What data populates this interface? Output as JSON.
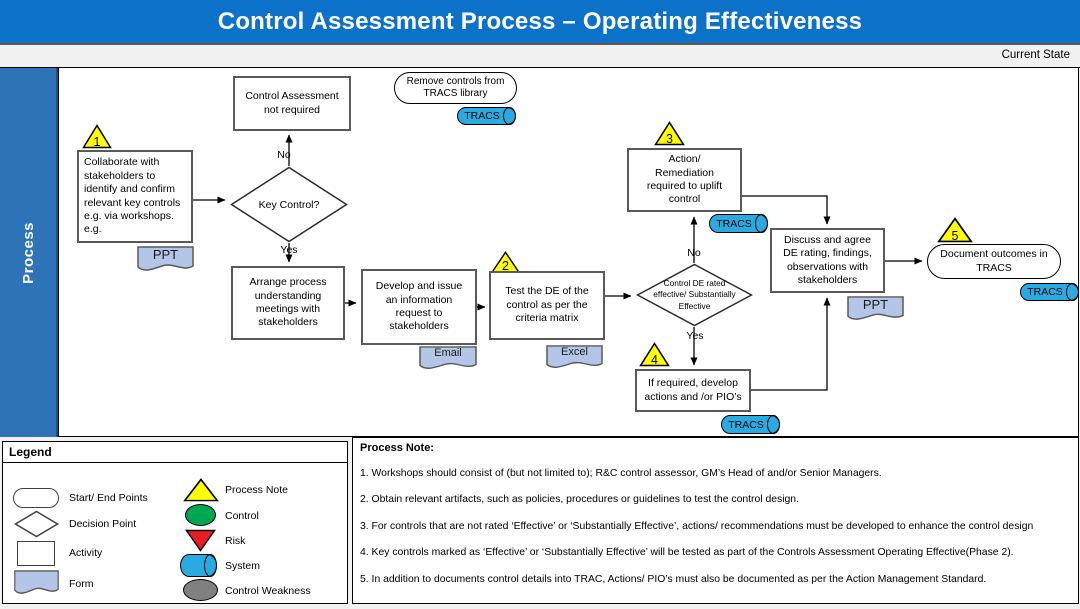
{
  "header": {
    "title": "Control Assessment Process – Operating Effectiveness",
    "state_label": "Current State"
  },
  "lane": {
    "label": "Process"
  },
  "colors": {
    "title_bar_blue": "#0c71c9",
    "lane_blue": "#2e73b8",
    "system_blue": "#29abe2",
    "form_fill": "#b4c6e7",
    "note_yellow": "#ffff00",
    "control_green": "#00a651",
    "risk_red": "#ed1c24",
    "weakness_gray": "#808080"
  },
  "flow": {
    "markers": {
      "m1": "1",
      "m2": "2",
      "m3": "3",
      "m4": "4",
      "m5": "5"
    },
    "nodes": {
      "collaborate": "Collaborate with stakeholders to identify and confirm relevant key controls e.g. via workshops. e.g.",
      "not_required": "Control Assessment not required",
      "remove_controls": "Remove controls from TRACS library",
      "key_control": "Key Control?",
      "arrange": "Arrange process understanding meetings with stakeholders",
      "develop": "Develop and issue an information request to stakeholders",
      "test_de": "Test the DE of the control as per the criteria matrix",
      "de_rated": "Control DE rated effective/ Substantially Effective",
      "action": "Action/ Remediation required to uplift control",
      "discuss": "Discuss and agree DE rating, findings, observations with stakeholders",
      "if_required": "If required, develop actions and /or PIO’s",
      "document": "Document outcomes in TRACS"
    },
    "forms": {
      "ppt1": "PPT",
      "email": "Email",
      "excel": "Excel",
      "ppt2": "PPT"
    },
    "systems": {
      "tracs1": "TRACS",
      "tracs2": "TRACS",
      "tracs3": "TRACS",
      "tracs4": "TRACS"
    },
    "branch_labels": {
      "no1": "No",
      "yes1": "Yes",
      "no2": "No",
      "yes2": "Yes"
    }
  },
  "legend": {
    "title": "Legend",
    "left": [
      {
        "shape": "start-end",
        "label": "Start/ End Points"
      },
      {
        "shape": "decision",
        "label": "Decision Point"
      },
      {
        "shape": "activity",
        "label": "Activity"
      },
      {
        "shape": "form",
        "label": "Form"
      }
    ],
    "right": [
      {
        "shape": "process-note",
        "label": "Process Note"
      },
      {
        "shape": "control",
        "label": "Control"
      },
      {
        "shape": "risk",
        "label": "Risk"
      },
      {
        "shape": "system",
        "label": "System"
      },
      {
        "shape": "control-weakness",
        "label": "Control Weakness"
      }
    ]
  },
  "process_note": {
    "title": "Process Note:",
    "items": [
      "1. Workshops should consist of (but not limited to); R&C control assessor, GM’s Head of and/or Senior Managers.",
      "2. Obtain relevant artifacts, such as policies, procedures or guidelines to test the control design.",
      "3. For controls that are not rated ‘Effective’ or ‘Substantially Effective’, actions/ recommendations must be developed to enhance the control design",
      "4. Key controls marked as ‘Effective’ or ‘Substantially Effective’ will be tested as part of the Controls Assessment Operating Effective(Phase 2).",
      "5. In addition to documents control details into TRAC, Actions/ PIO’s must also be documented as per the Action Management Standard."
    ]
  }
}
